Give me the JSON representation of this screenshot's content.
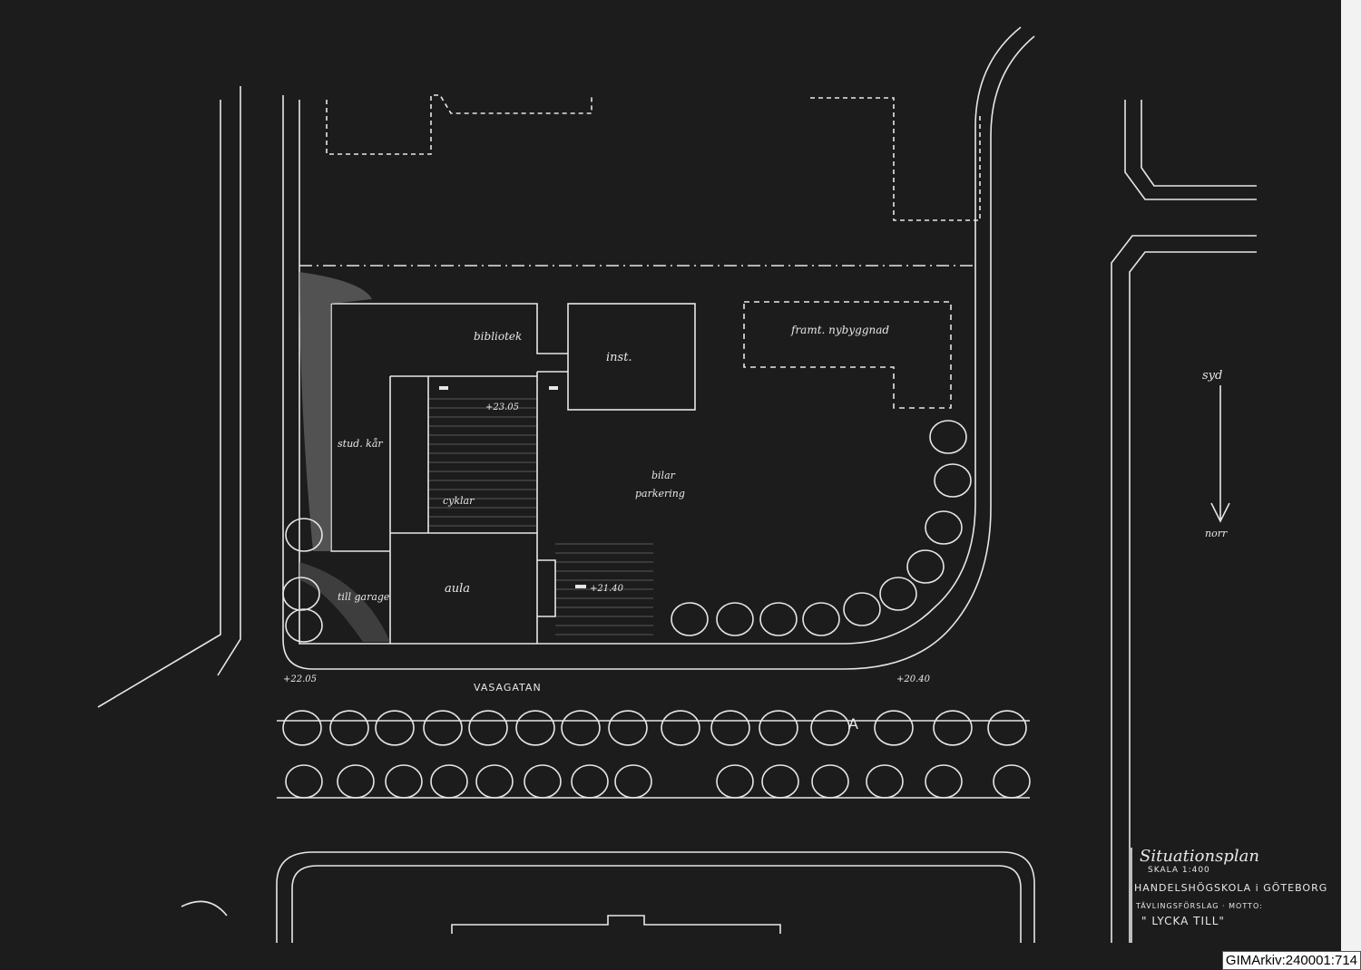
{
  "labels": {
    "bibliotek": "bibliotek",
    "inst": "inst.",
    "framt_nybyggnad": "framt. nybyggnad",
    "level_upper": "+23.05",
    "stud_kar": "stud. kår",
    "bilar": "bilar",
    "parkering": "parkering",
    "cyklar": "cyklar",
    "aula": "aula",
    "till_garage": "till garage",
    "level_entrance": "+21.40",
    "level_west": "+22.05",
    "street": "VASAGATAN",
    "level_east": "+20.40",
    "section_marker": "A",
    "syd": "syd",
    "norr": "norr"
  },
  "title_block": {
    "title": "Situationsplan",
    "scale": "SKALA 1:400",
    "project": "HANDELSHÖGSKOLA i GÖTEBORG",
    "competition": "TÄVLINGSFÖRSLAG · MOTTO:",
    "motto": "\" LYCKA TILL\""
  },
  "archive_id": "GIMArkiv:240001:714",
  "colors": {
    "paper": "#1c1c1c",
    "ink": "#e8e8e8"
  }
}
